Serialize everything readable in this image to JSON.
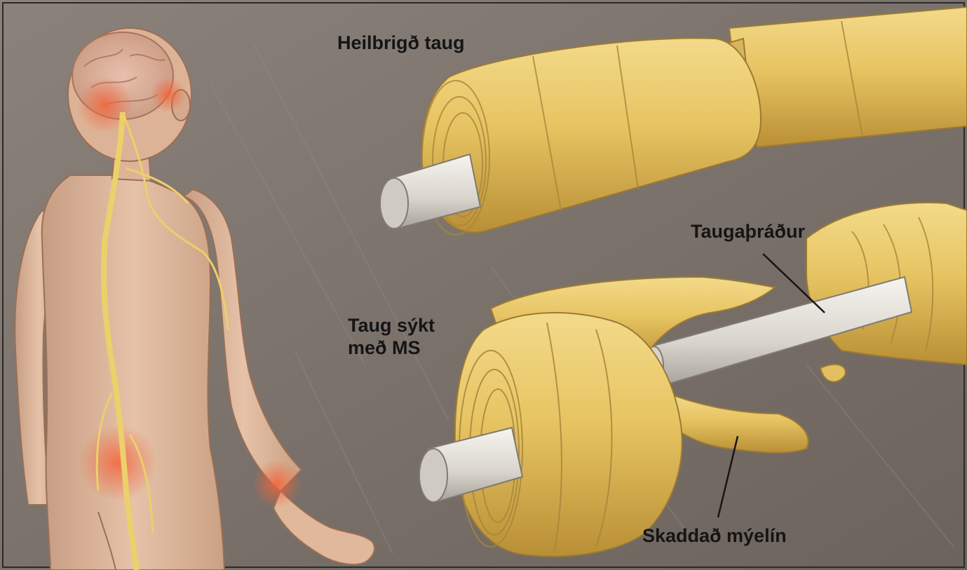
{
  "labels": {
    "healthy_nerve": "Heilbrigð taug",
    "diseased_nerve_line1": "Taug sýkt",
    "diseased_nerve_line2": "með MS",
    "nerve_fiber": "Taugaþráður",
    "damaged_myelin": "Skaddað mýelín"
  },
  "colors": {
    "background": "#7e756d",
    "myelin": "#e8c566",
    "axon": "#e9e6e0",
    "skin": "#ddb79d",
    "nerve_path": "#ecd06a",
    "inflammation": "#ef6a3a",
    "label_text": "#151515",
    "frame": "#2a2a2a"
  }
}
